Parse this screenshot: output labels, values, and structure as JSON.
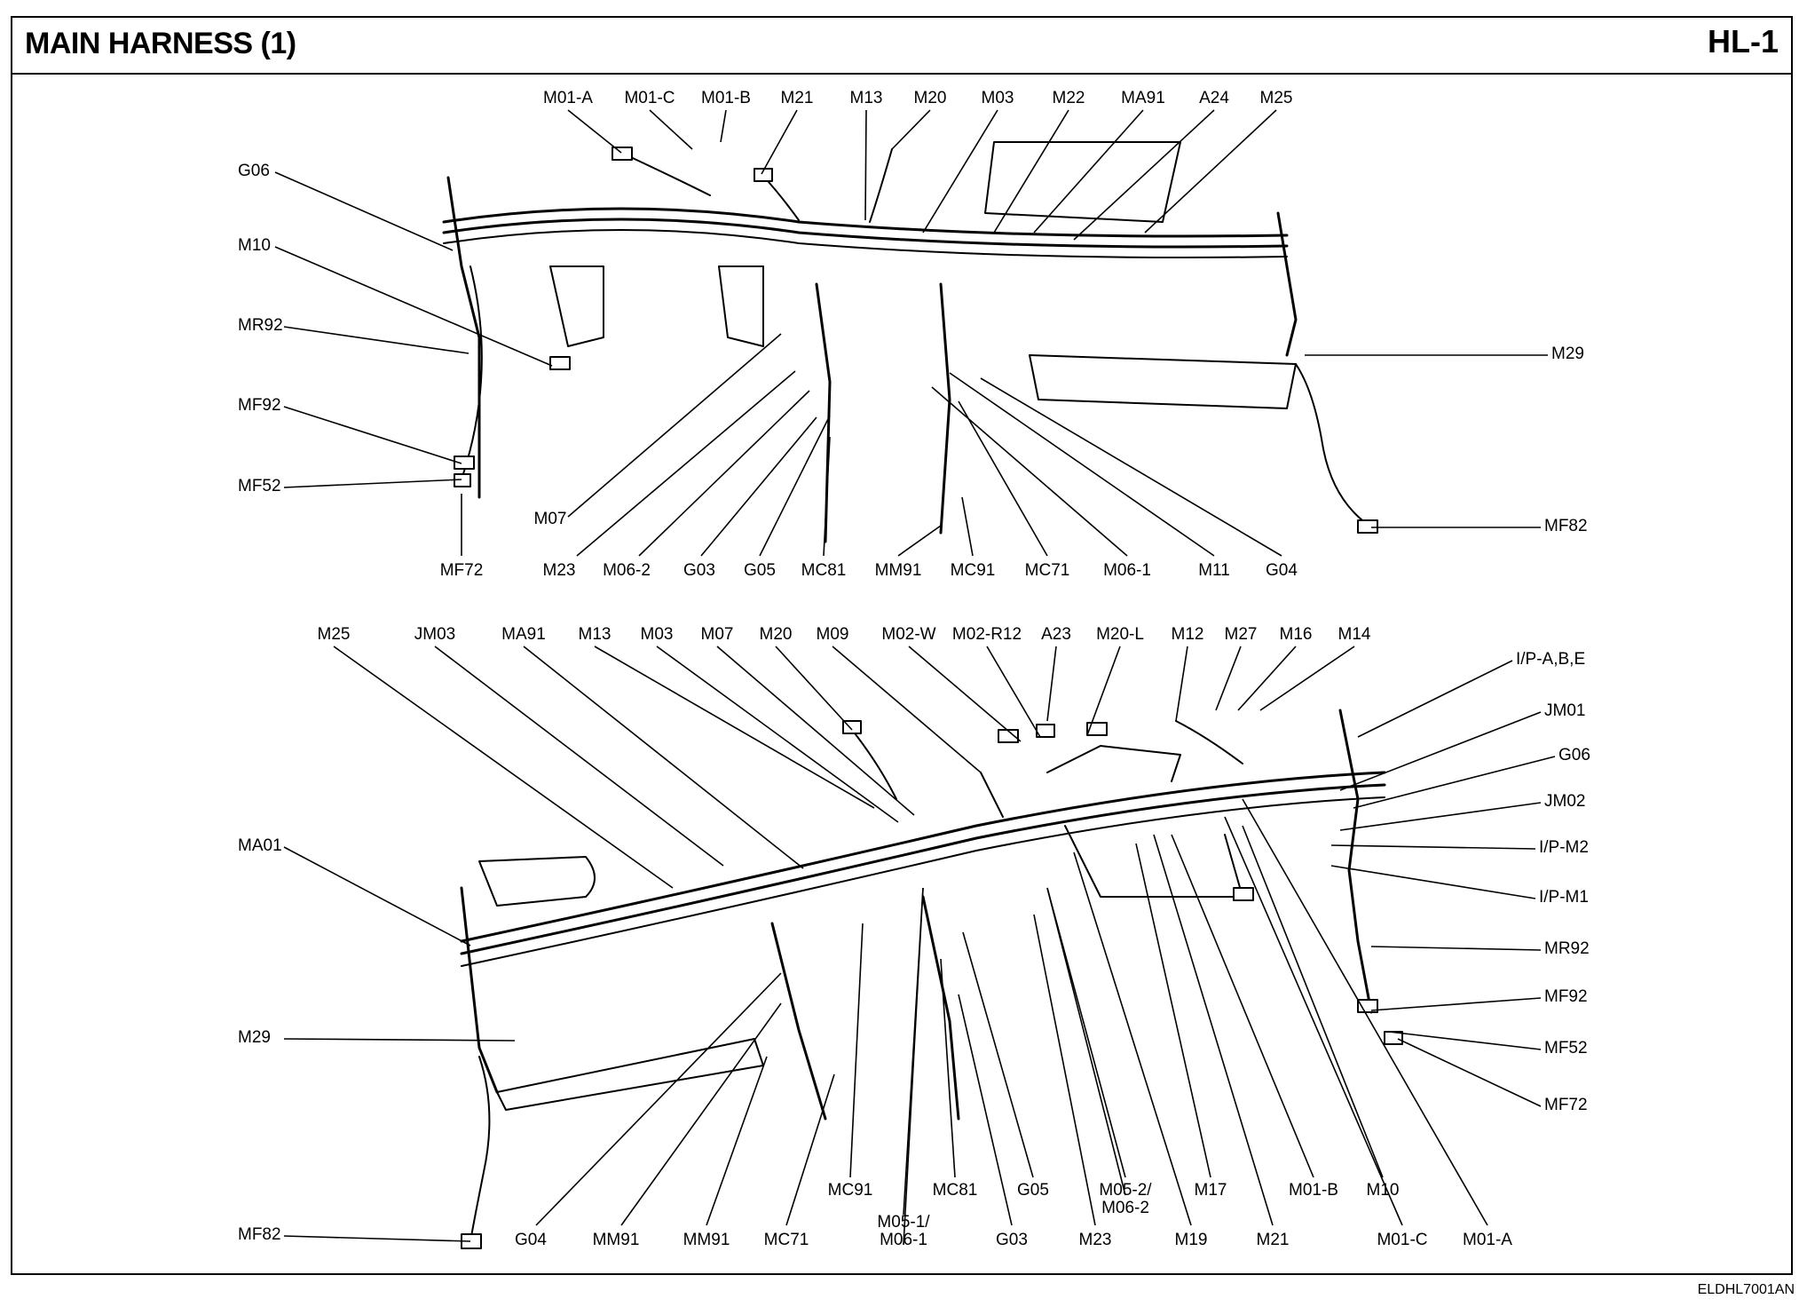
{
  "header": {
    "title": "MAIN HARNESS (1)",
    "code": "HL-1"
  },
  "figure_id": "ELDHL7001AN",
  "upper_view": {
    "labels": [
      "M01-A",
      "M01-C",
      "M01-B",
      "M21",
      "M13",
      "M20",
      "M03",
      "M22",
      "MA91",
      "A24",
      "M25",
      "G06",
      "M10",
      "MR92",
      "MF92",
      "MF52",
      "MF72",
      "M07",
      "M23",
      "M06-2",
      "G03",
      "G05",
      "MC81",
      "MM91",
      "MC91",
      "MC71",
      "M06-1",
      "M11",
      "G04",
      "M29",
      "MF82"
    ]
  },
  "lower_view": {
    "labels": [
      "M25",
      "JM03",
      "MA91",
      "M13",
      "M03",
      "M07",
      "M20",
      "M09",
      "M02-W",
      "M02-R12",
      "A23",
      "M20-L",
      "M12",
      "M27",
      "M16",
      "M14",
      "I/P-A,B,E",
      "JM01",
      "G06",
      "JM02",
      "I/P-M2",
      "I/P-M1",
      "MR92",
      "MF92",
      "MF52",
      "MF72",
      "MA01",
      "M29",
      "MF82",
      "G04",
      "MM91",
      "MM91",
      "MC71",
      "MC91",
      "M05-1/",
      "M06-1",
      "MC81",
      "G03",
      "G05",
      "M23",
      "M05-2/",
      "M06-2",
      "M19",
      "M17",
      "M21",
      "M01-B",
      "M01-C",
      "M10",
      "M01-A"
    ]
  }
}
